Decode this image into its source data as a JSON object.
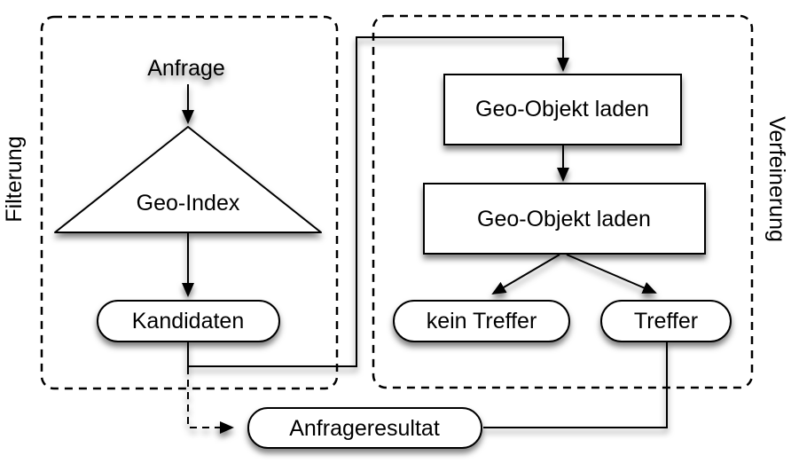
{
  "colors": {
    "stroke": "#000000",
    "node_fill": "#ffffff",
    "background": "#ffffff"
  },
  "groups": {
    "filterung": {
      "label": "Filterung"
    },
    "verfeinerung": {
      "label": "Verfeinerung"
    }
  },
  "nodes": {
    "anfrage": {
      "label": "Anfrage"
    },
    "geo_index": {
      "label": "Geo-Index"
    },
    "kandidaten": {
      "label": "Kandidaten"
    },
    "geo_objekt_laden_1": {
      "label": "Geo-Objekt laden"
    },
    "geo_objekt_laden_2": {
      "label": "Geo-Objekt laden"
    },
    "kein_treffer": {
      "label": "kein Treffer"
    },
    "treffer": {
      "label": "Treffer"
    },
    "anfrageresultat": {
      "label": "Anfrageresultat"
    }
  }
}
